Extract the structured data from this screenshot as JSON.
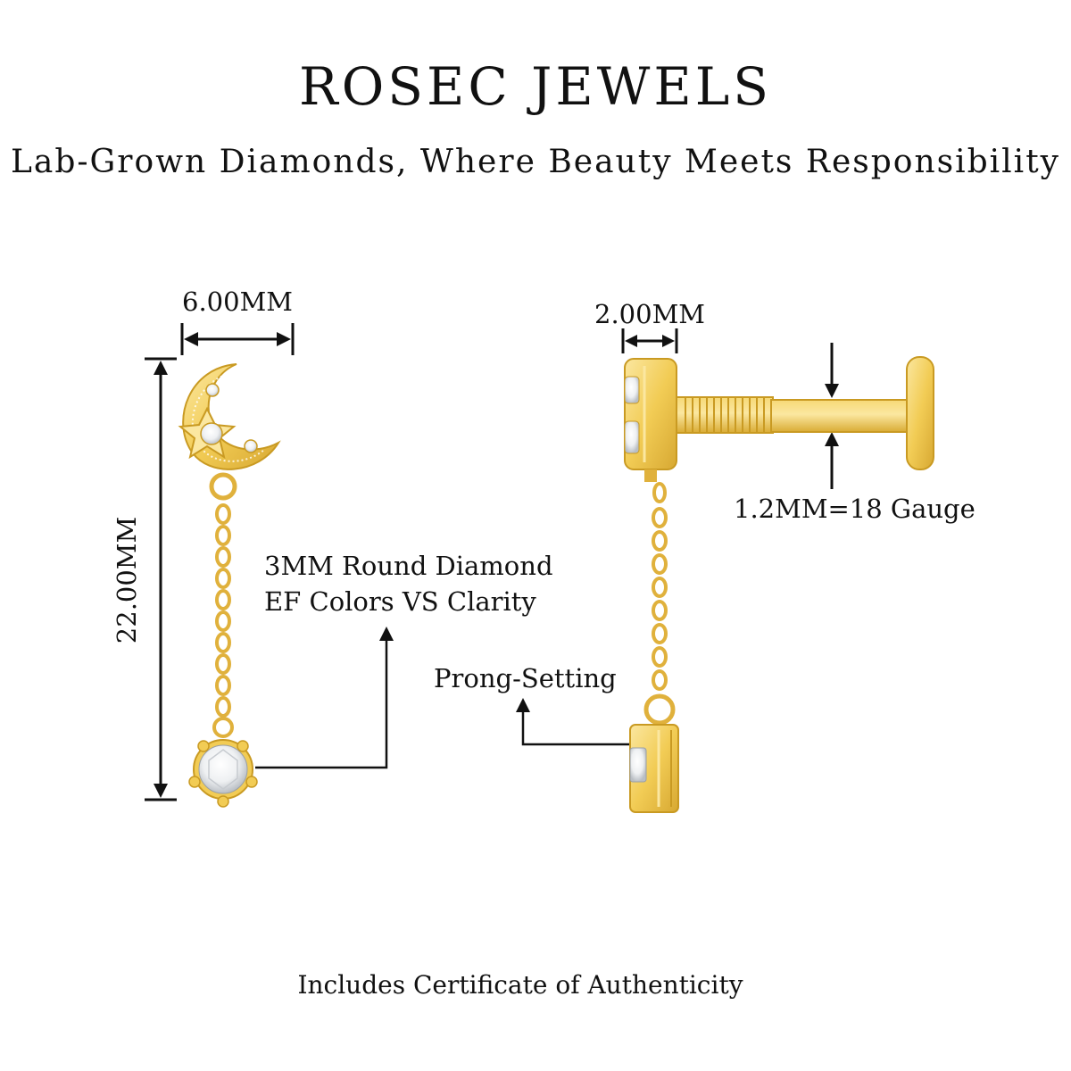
{
  "brand": "ROSEC JEWELS",
  "tagline": "Lab-Grown Diamonds, Where Beauty Meets Responsibility",
  "dimensions": {
    "front_width": "6.00MM",
    "front_length": "22.00MM",
    "side_width": "2.00MM",
    "bar_gauge": "1.2MM=18 Gauge"
  },
  "callouts": {
    "diamond_line1": "3MM Round Diamond",
    "diamond_line2": "EF Colors VS Clarity",
    "setting": "Prong-Setting"
  },
  "footer": "Includes Certificate of Authenticity",
  "colors": {
    "gold": "#f2cc55",
    "gold_dark": "#c99a22",
    "gold_light": "#fbe7a0",
    "ink": "#111111"
  },
  "icons": [
    "moon-icon",
    "star-icon",
    "diamond-icon",
    "chain-icon",
    "arrow-icon"
  ]
}
